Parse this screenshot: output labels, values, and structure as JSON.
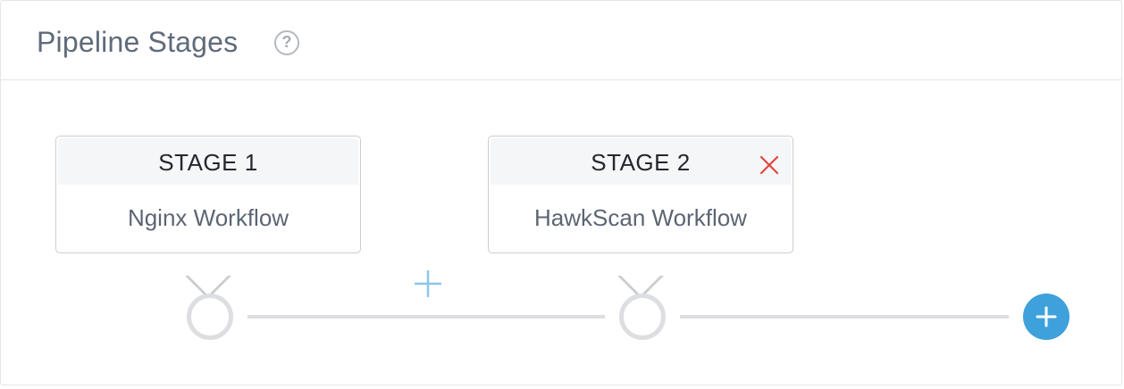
{
  "header": {
    "title": "Pipeline Stages",
    "help_glyph": "?"
  },
  "stages": [
    {
      "label": "STAGE 1",
      "workflow": "Nginx Workflow",
      "deletable": false
    },
    {
      "label": "STAGE 2",
      "workflow": "HawkScan Workflow",
      "deletable": true
    }
  ],
  "icons": {
    "help": "question-circle-icon",
    "delete": "close-icon",
    "insert": "plus-icon",
    "add": "plus-circle-icon"
  },
  "colors": {
    "accent": "#3fa1dc",
    "delete": "#e0463f",
    "line": "#dcdee1",
    "text_muted": "#5f6b7a"
  }
}
